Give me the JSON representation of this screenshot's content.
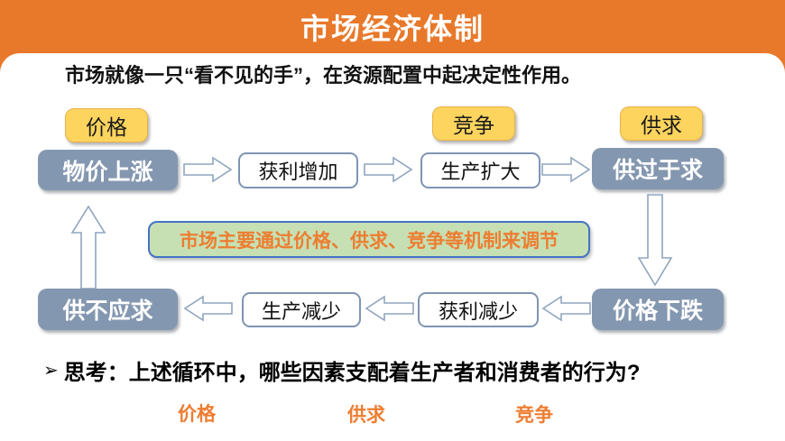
{
  "banner": {
    "title": "市场经济体制"
  },
  "subtitle": {
    "text": "市场就像一只“看不见的手”，在资源配置中起决定性作用。"
  },
  "diagram": {
    "tags": [
      "价格",
      "竞争",
      "供求"
    ],
    "top_row": [
      "物价上涨",
      "获利增加",
      "生产扩大",
      "供过于求"
    ],
    "bottom_row": [
      "供不应求",
      "生产减少",
      "获利减少",
      "价格下跌"
    ],
    "mechanism_note": "市场主要通过价格、供求、竞争等机制来调节"
  },
  "question": {
    "bullet": "➢",
    "text": "思考：上述循环中，哪些因素支配着生产者和消费者的行为?"
  },
  "answers": [
    "价格",
    "供求",
    "竞争"
  ],
  "colors": {
    "banner_orange": "#E8792B",
    "tag_yellow": "#FCD45E",
    "node_gray_blue": "#8497B0",
    "note_green": "#C6E0B4",
    "note_border_blue": "#4472C4",
    "accent_orange_text": "#ED7D31",
    "arrow_outline": "#8FA5BF"
  }
}
